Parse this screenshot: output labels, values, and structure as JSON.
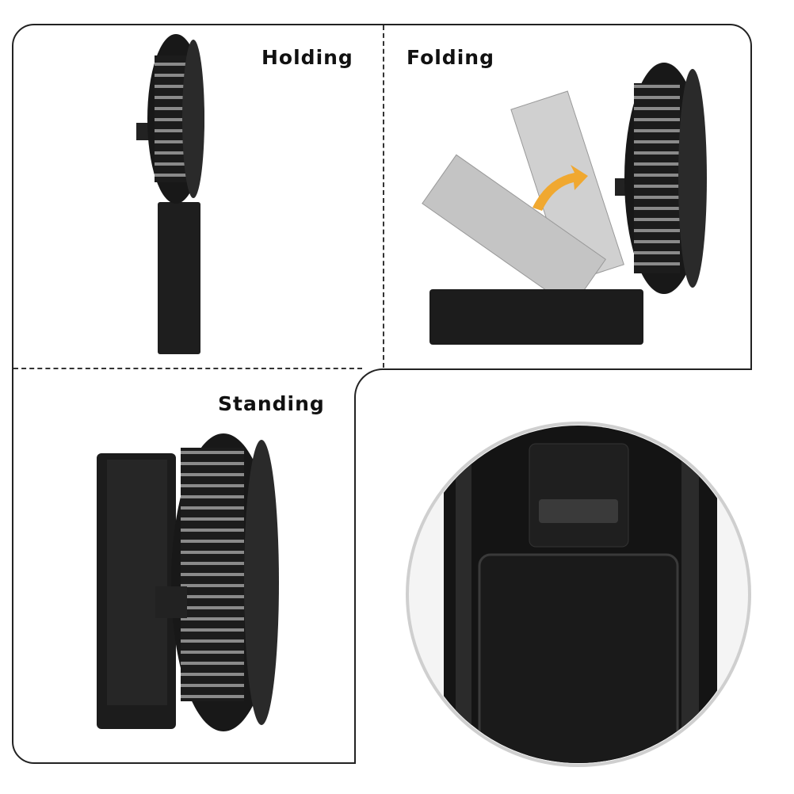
{
  "labels": {
    "holding": "Holding",
    "folding": "Folding",
    "standing": "Standing"
  },
  "colors": {
    "fan_body": "#1c1c1c",
    "ghost_handle": "#c8c8c8",
    "arrow": "#f0a830",
    "border": "#222222"
  }
}
